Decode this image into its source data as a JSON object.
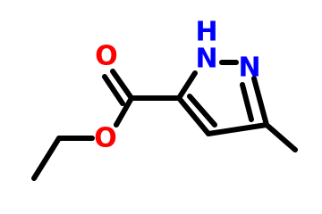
{
  "molecule": {
    "atoms": {
      "carbonyl_oxygen": {
        "symbol": "O",
        "color": "#ff0000"
      },
      "ester_oxygen": {
        "symbol": "O",
        "color": "#ff0000"
      },
      "nh_nitrogen": {
        "symbol": "N",
        "color": "#0000ff"
      },
      "nh_hydrogen": {
        "symbol": "H",
        "color": "#0000ff"
      },
      "ring_nitrogen": {
        "symbol": "N",
        "color": "#0000ff"
      }
    },
    "bond_color": "#000000"
  }
}
